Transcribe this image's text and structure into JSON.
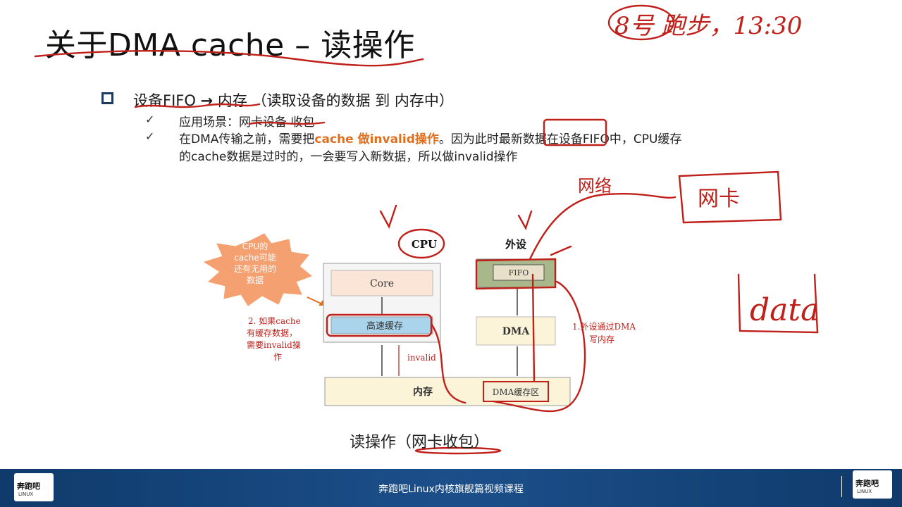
{
  "slide": {
    "title": "关于DMA cache – 读操作",
    "bullet1": {
      "part1": "设备FIFO",
      "arrow": "→",
      "part2": "内存",
      "part3": "（读取设备的数据 到 内存中）"
    },
    "sub1": {
      "prefix": "应用场景：",
      "text": "网卡设备 收包"
    },
    "sub2": {
      "line1_a": "在DMA传输之前，需要把",
      "line1_b": "cache 做invalid操作",
      "line1_c": "。因为此时",
      "line1_d": "最新数据",
      "line1_e": "在设备FIFO中，CPU缓存",
      "line2": "的cache数据是过时的，一会要写入新数据，所以做invalid操作"
    },
    "caption": "读操作（网卡收包）"
  },
  "diagram": {
    "burst_text": [
      "CPU的",
      "cache可能",
      "还有无用的",
      "数据"
    ],
    "cpu_label": "CPU",
    "core_label": "Core",
    "cache_label": "高速缓存",
    "periph_label": "外设",
    "fifo_label": "FIFO",
    "dma_label": "DMA",
    "mem_label": "内存",
    "dma_buf_label": "DMA缓存区",
    "invalid_label": "invalid",
    "note_left": [
      "2. 如果cache",
      "有缓存数据，",
      "需要invalid操",
      "作"
    ],
    "note_right": [
      "1.外设通过DMA",
      "写内存"
    ]
  },
  "annotations": {
    "top_right": "8号 跑步，13:30",
    "net_label": "网络",
    "netcard_label": "网卡",
    "data_label": "data"
  },
  "footer": {
    "text": "奔跑吧Linux内核旗舰篇视频课程",
    "logo_text": "奔跑吧",
    "logo_sub": "LINUX"
  },
  "colors": {
    "accent_red": "#c0201a",
    "footer_blue": "#1c4f8a",
    "burst_orange": "#f5a070",
    "fifo_green": "#a8b88a"
  }
}
